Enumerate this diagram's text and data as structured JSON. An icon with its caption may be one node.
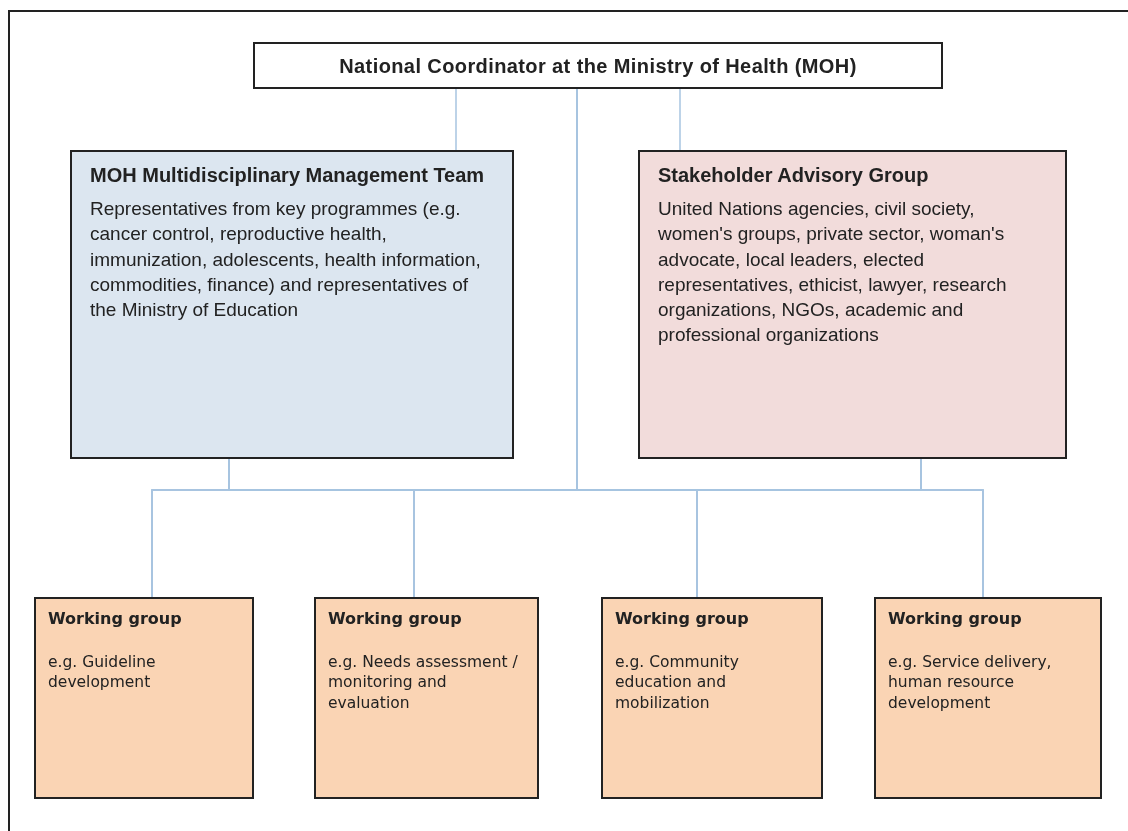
{
  "diagram": {
    "nodes": [
      {
        "text": [
          "National Coordinator at the Ministry of Health (MOH)"
        ]
      },
      {
        "text": [
          "MOH Multidisciplinary Management Team",
          "Representatives from key programmes (e.g. cancer control, reproductive health, immunization, adolescents, health information, commodities, finance) and representatives of the Ministry of Education"
        ]
      },
      {
        "text": [
          "Stakeholder Advisory Group",
          "United Nations agencies, civil society, women's groups, private sector, woman's advocate, local leaders, elected representatives, ethicist, lawyer, research organizations, NGOs, academic and professional organizations"
        ]
      },
      {
        "text": [
          "Working group",
          "e.g. Guideline development"
        ]
      },
      {
        "text": [
          "Working group",
          "e.g. Needs assessment / monitoring and evaluation"
        ]
      },
      {
        "text": [
          "Working group",
          "e.g. Community education and mobilization"
        ]
      },
      {
        "text": [
          "Working group",
          "e.g. Service delivery, human resource development"
        ]
      }
    ],
    "edges": [
      {
        "from": 0,
        "to": 1,
        "arrow": "none"
      },
      {
        "from": 0,
        "to": 2,
        "arrow": "none"
      },
      {
        "from": 0,
        "to": 3,
        "arrow": "none"
      },
      {
        "from": 0,
        "to": 4,
        "arrow": "none"
      },
      {
        "from": 0,
        "to": 5,
        "arrow": "none"
      },
      {
        "from": 0,
        "to": 6,
        "arrow": "none"
      },
      {
        "from": 1,
        "to": 3,
        "arrow": "none"
      },
      {
        "from": 1,
        "to": 4,
        "arrow": "none"
      },
      {
        "from": 1,
        "to": 5,
        "arrow": "none"
      },
      {
        "from": 1,
        "to": 6,
        "arrow": "none"
      },
      {
        "from": 2,
        "to": 3,
        "arrow": "none"
      },
      {
        "from": 2,
        "to": 4,
        "arrow": "none"
      },
      {
        "from": 2,
        "to": 5,
        "arrow": "none"
      },
      {
        "from": 2,
        "to": 6,
        "arrow": "none"
      }
    ]
  }
}
